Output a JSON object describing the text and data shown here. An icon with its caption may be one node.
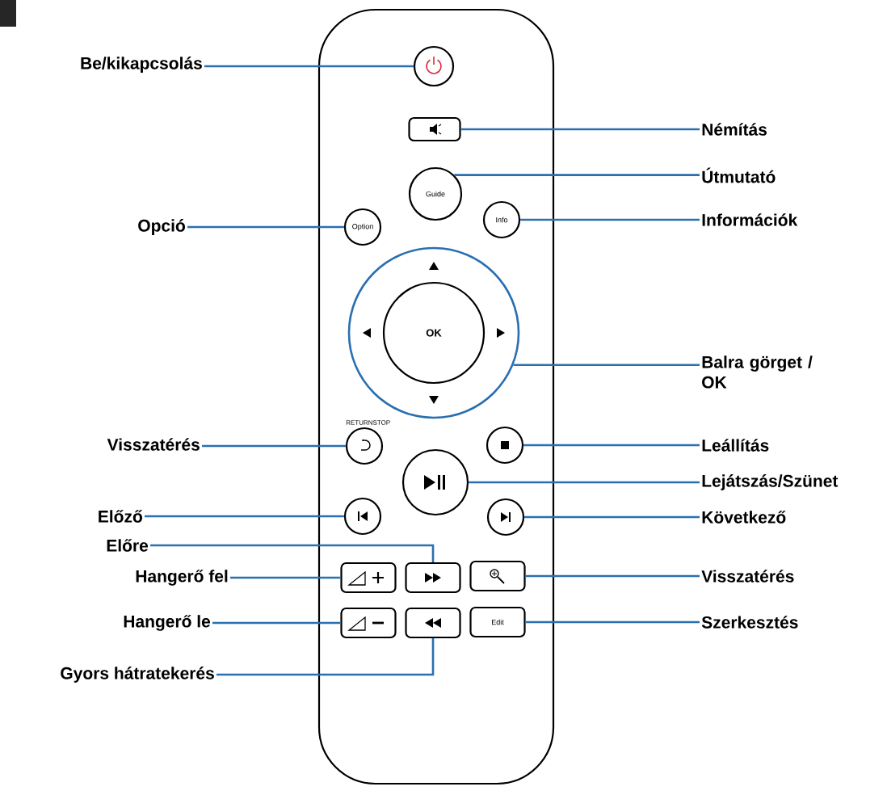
{
  "diagram": {
    "nodes": [
      {
        "text": [
          "Be/kikapcsolás"
        ]
      },
      {
        "text": [],
        "shape": "circle"
      },
      {
        "text": [],
        "shape": "box"
      },
      {
        "text": [
          "Némítás"
        ]
      },
      {
        "text": [
          "Guide"
        ]
      },
      {
        "text": [
          "Útmutató"
        ]
      },
      {
        "text": [
          "Opció"
        ]
      },
      {
        "text": [
          "Option"
        ]
      },
      {
        "text": [
          "Info"
        ]
      },
      {
        "text": [
          "Információk"
        ]
      },
      {
        "text": [],
        "shape": "circle"
      },
      {
        "text": [
          "OK"
        ],
        "in": 10
      },
      {
        "text": [
          "Balra görget / OK"
        ]
      },
      {
        "text": [
          "Visszatérés"
        ]
      },
      {
        "text": [],
        "shape": "circle"
      },
      {
        "text": [],
        "shape": "circle"
      },
      {
        "text": [
          "Leállítás"
        ]
      },
      {
        "text": [],
        "shape": "circle"
      },
      {
        "text": [
          "Lejátszás/Szünet"
        ]
      },
      {
        "text": [
          "Előző"
        ]
      },
      {
        "text": [],
        "shape": "circle"
      },
      {
        "text": [],
        "shape": "circle"
      },
      {
        "text": [
          "Következő"
        ]
      },
      {
        "text": [
          "Előre"
        ]
      },
      {
        "text": [],
        "shape": "box"
      },
      {
        "text": [],
        "shape": "box"
      },
      {
        "text": [],
        "shape": "box"
      },
      {
        "text": [
          "Hangerő fel"
        ]
      },
      {
        "text": [
          "Visszatérés"
        ]
      },
      {
        "text": [],
        "shape": "box"
      },
      {
        "text": [],
        "shape": "box"
      },
      {
        "text": [
          "Edit"
        ]
      },
      {
        "text": [
          "Hangerő le"
        ]
      },
      {
        "text": [
          "Szerkesztés"
        ]
      },
      {
        "text": [
          "Gyors hátratekerés"
        ]
      }
    ],
    "edges": [
      {
        "from": 0,
        "to": 1,
        "arrow": "none"
      },
      {
        "from": 3,
        "to": 2,
        "arrow": "none"
      },
      {
        "from": 5,
        "to": 4,
        "arrow": "none"
      },
      {
        "from": 6,
        "to": 7,
        "arrow": "none"
      },
      {
        "from": 9,
        "to": 8,
        "arrow": "none"
      },
      {
        "from": 12,
        "to": 10,
        "arrow": "none"
      },
      {
        "from": 13,
        "to": 14,
        "arrow": "none"
      },
      {
        "from": 16,
        "to": 15,
        "arrow": "none"
      },
      {
        "from": 18,
        "to": 17,
        "arrow": "none"
      },
      {
        "from": 19,
        "to": 20,
        "arrow": "none"
      },
      {
        "from": 22,
        "to": 21,
        "arrow": "none"
      },
      {
        "from": 23,
        "to": 25,
        "arrow": "none"
      },
      {
        "from": 27,
        "to": 24,
        "arrow": "none"
      },
      {
        "from": 28,
        "to": 26,
        "arrow": "none"
      },
      {
        "from": 32,
        "to": 29,
        "arrow": "none"
      },
      {
        "from": 33,
        "to": 31,
        "arrow": "none"
      },
      {
        "from": 34,
        "to": 30,
        "arrow": "none"
      }
    ],
    "labels": [
      "RETURNSTOP"
    ]
  }
}
